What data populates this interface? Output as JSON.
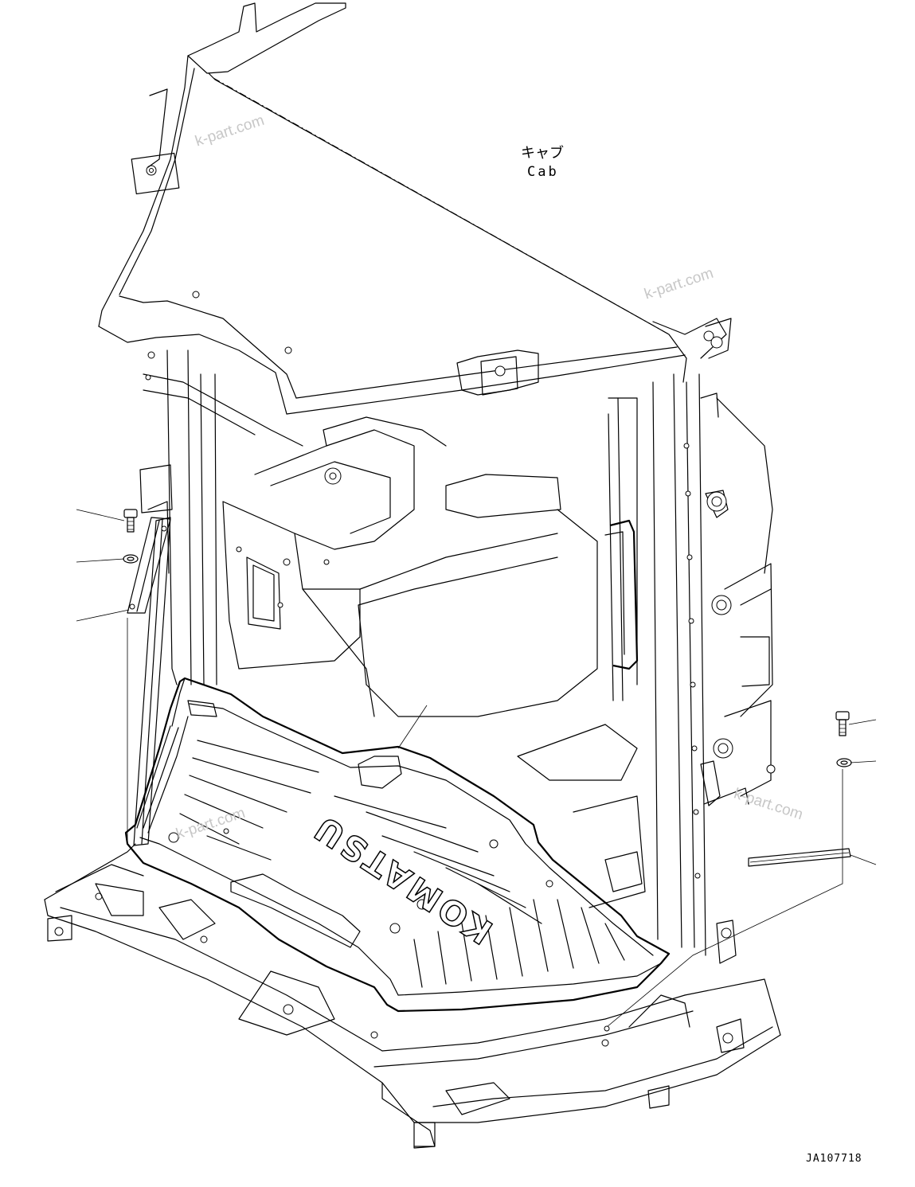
{
  "labels": {
    "cab_japanese": "キャブ",
    "cab_english": "Cab",
    "mat_logo": "KOMATSU"
  },
  "drawing_code": "JA107718",
  "watermarks": [
    "k-part.com",
    "k-part.com",
    "k-part.com",
    "k-part.com"
  ],
  "icons": {
    "bolt": "bolt-icon",
    "washer": "washer-icon",
    "strip": "trim-strip-icon",
    "mat": "floor-mat-icon"
  }
}
